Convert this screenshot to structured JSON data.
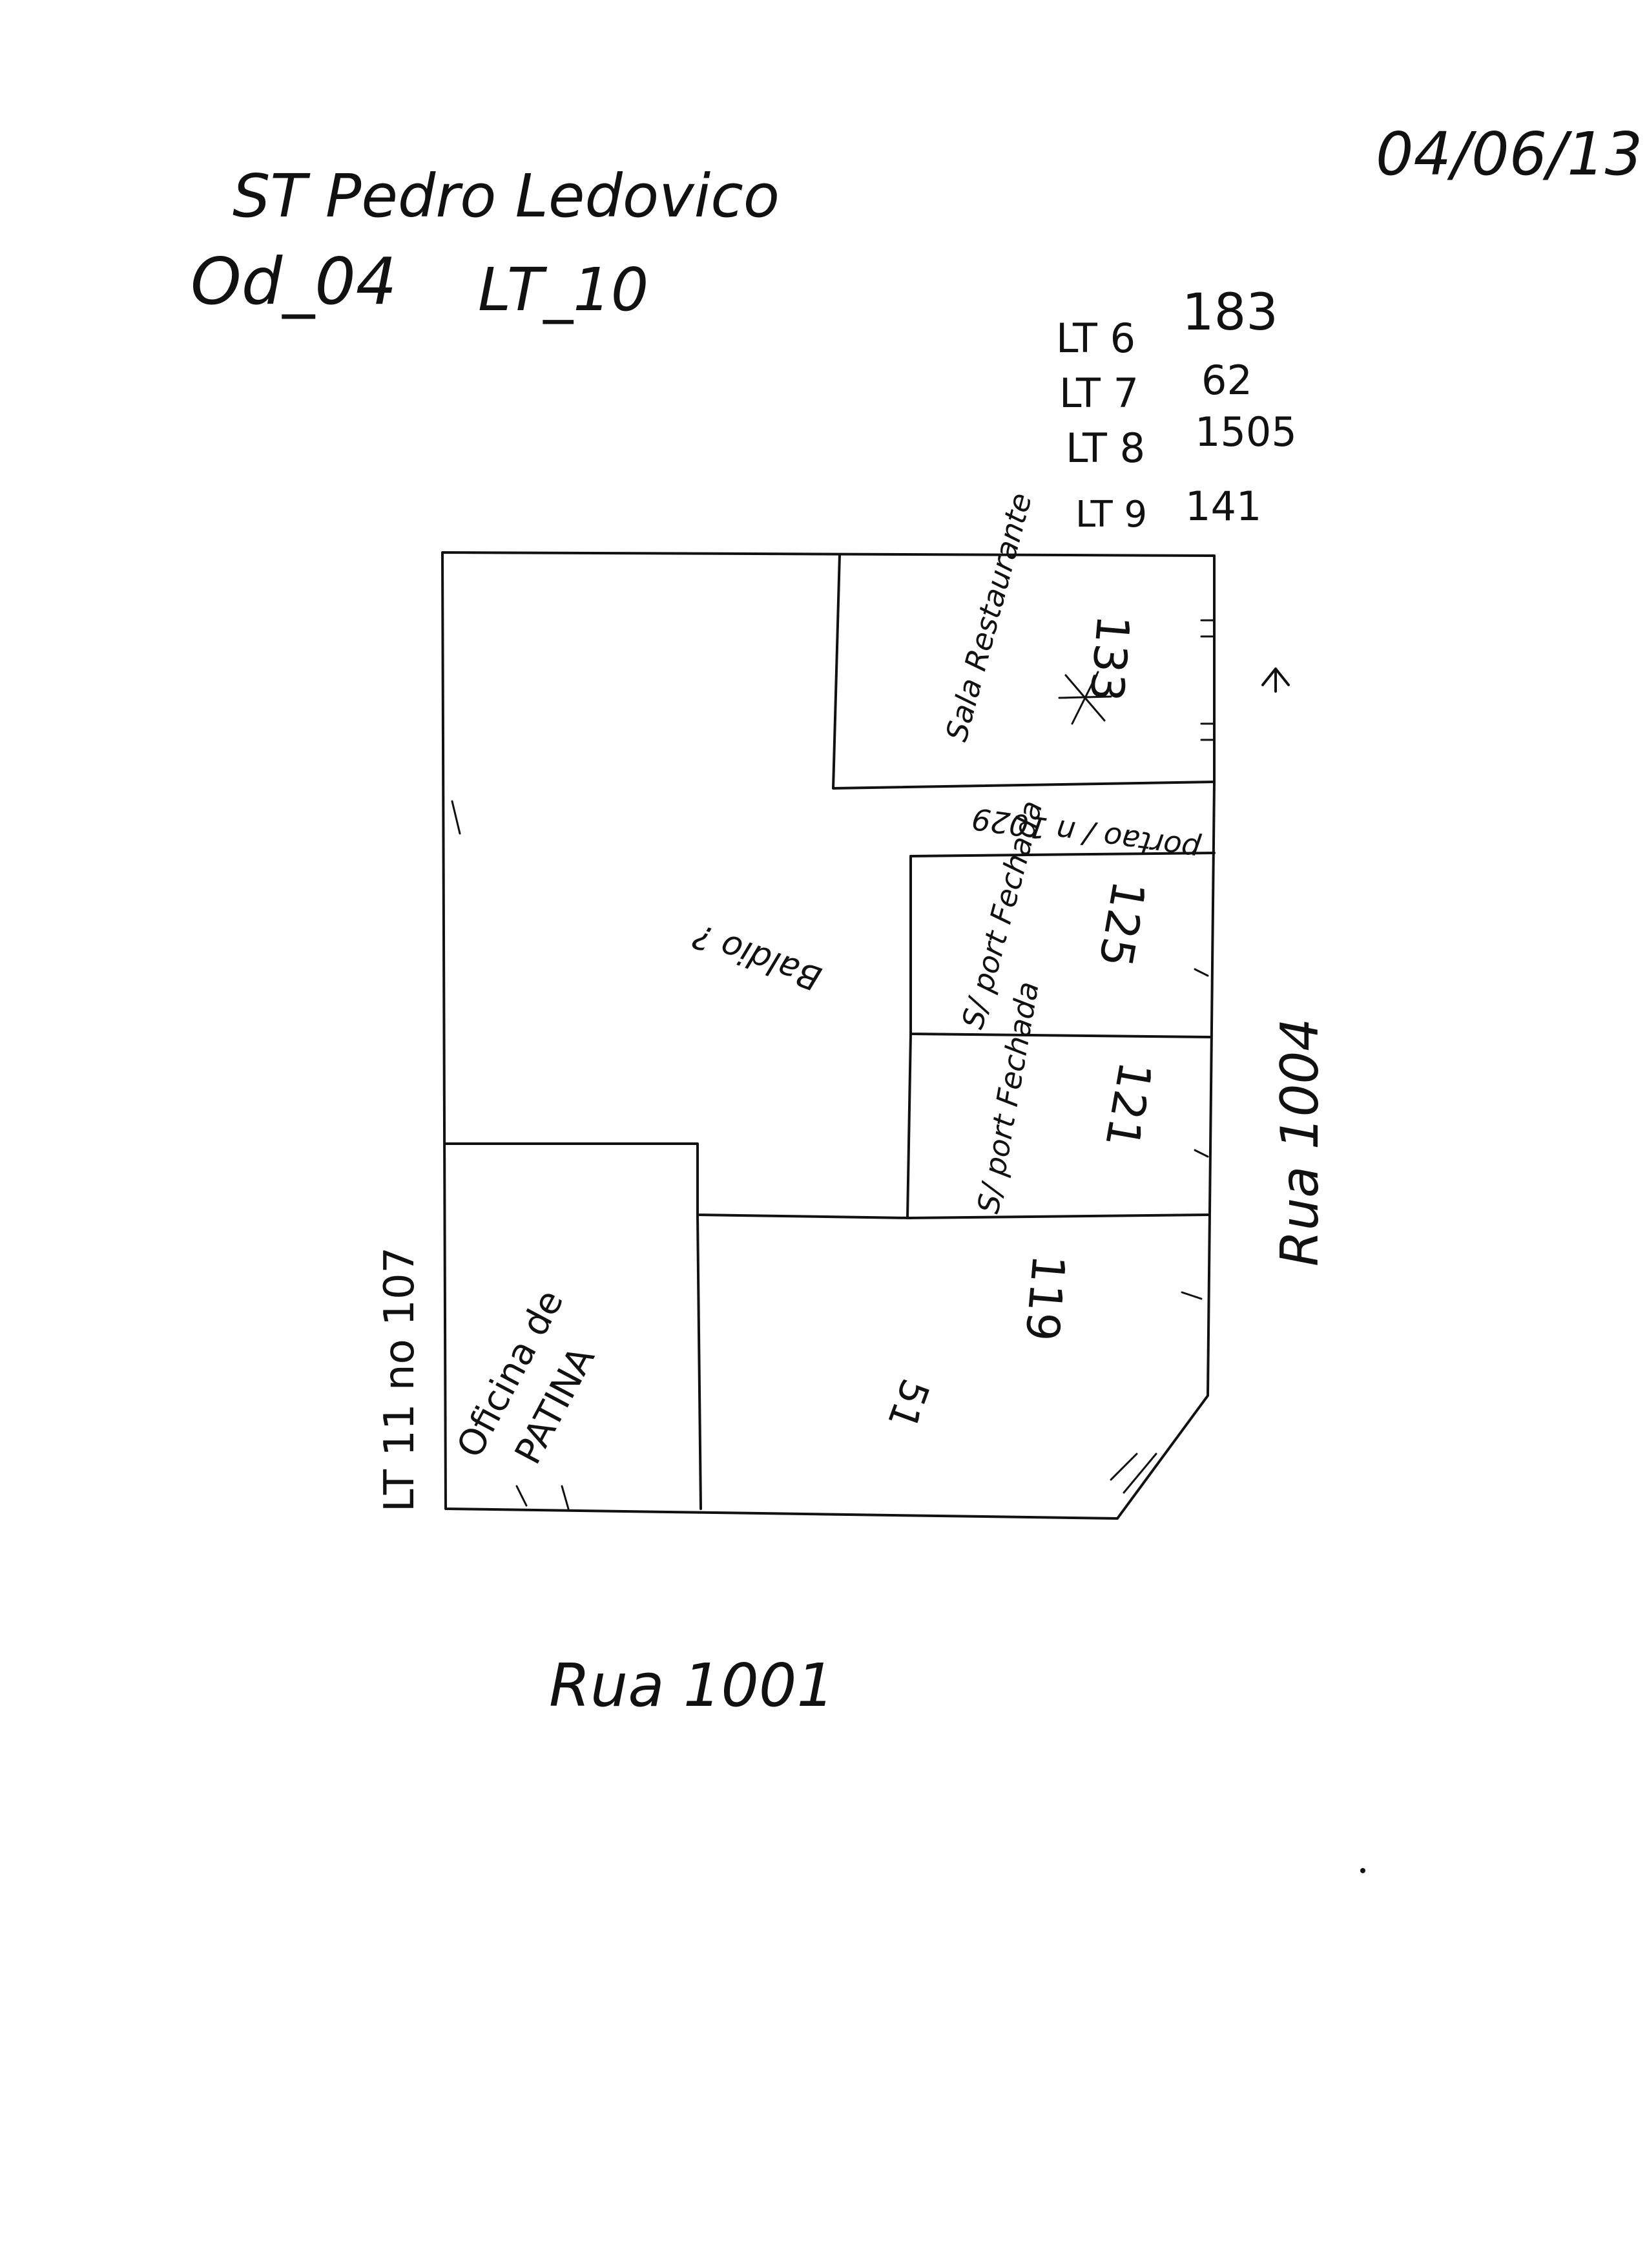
{
  "header": {
    "title_line1": "ST Pedro Ledovico",
    "title_line2_a": "Od_04",
    "title_line2_b": "LT_10",
    "date": "04/06/13"
  },
  "lot_list": [
    {
      "label": "LT 6",
      "value": "183"
    },
    {
      "label": "LT 7",
      "value": "62"
    },
    {
      "label": "LT 8",
      "value": "1505"
    },
    {
      "label": "LT 9",
      "value": "141"
    }
  ],
  "plan": {
    "room_133": "133",
    "room_133_note": "Sala Restaurante",
    "room_corridor_note": "portao / n 1029",
    "room_125": "125",
    "room_125_note": "S/ port Fechada",
    "room_121": "121",
    "room_121_note": "S/ port Fechada",
    "room_119": "119",
    "room_51": "51",
    "big_area_note": "Baldio ?",
    "office_note_1": "Oficina de",
    "office_note_2": "PATINA",
    "left_label": "LT 11 no 107",
    "right_street": "Rua 1004",
    "bottom_street": "Rua 1001"
  }
}
